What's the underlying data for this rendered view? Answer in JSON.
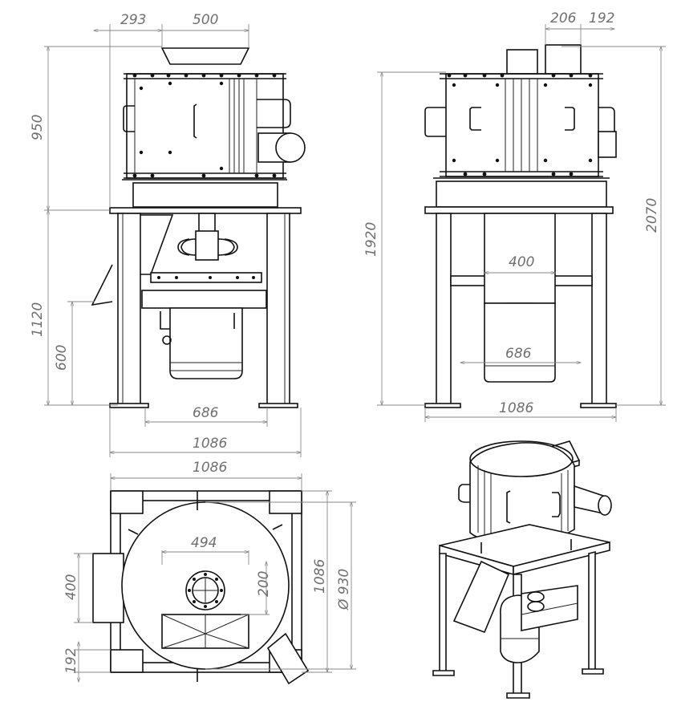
{
  "front_view": {
    "dims": {
      "top_offset": "293",
      "hopper_width": "500",
      "upper_height": "950",
      "frame_height": "1120",
      "motor_height": "600",
      "leg_span": "686",
      "total_width": "1086"
    }
  },
  "side_view": {
    "dims": {
      "motor_offset": "206",
      "motor_width": "192",
      "frame_height": "1920",
      "total_height": "2070",
      "box_width": "400",
      "leg_span": "686",
      "total_width": "1086"
    }
  },
  "top_view": {
    "dims": {
      "top_width": "1086",
      "inner_width": "494",
      "inlet_width": "200",
      "side_depth": "1086",
      "diameter": "Ø 930",
      "box_height": "400",
      "corner": "192"
    }
  },
  "iso_view": {}
}
